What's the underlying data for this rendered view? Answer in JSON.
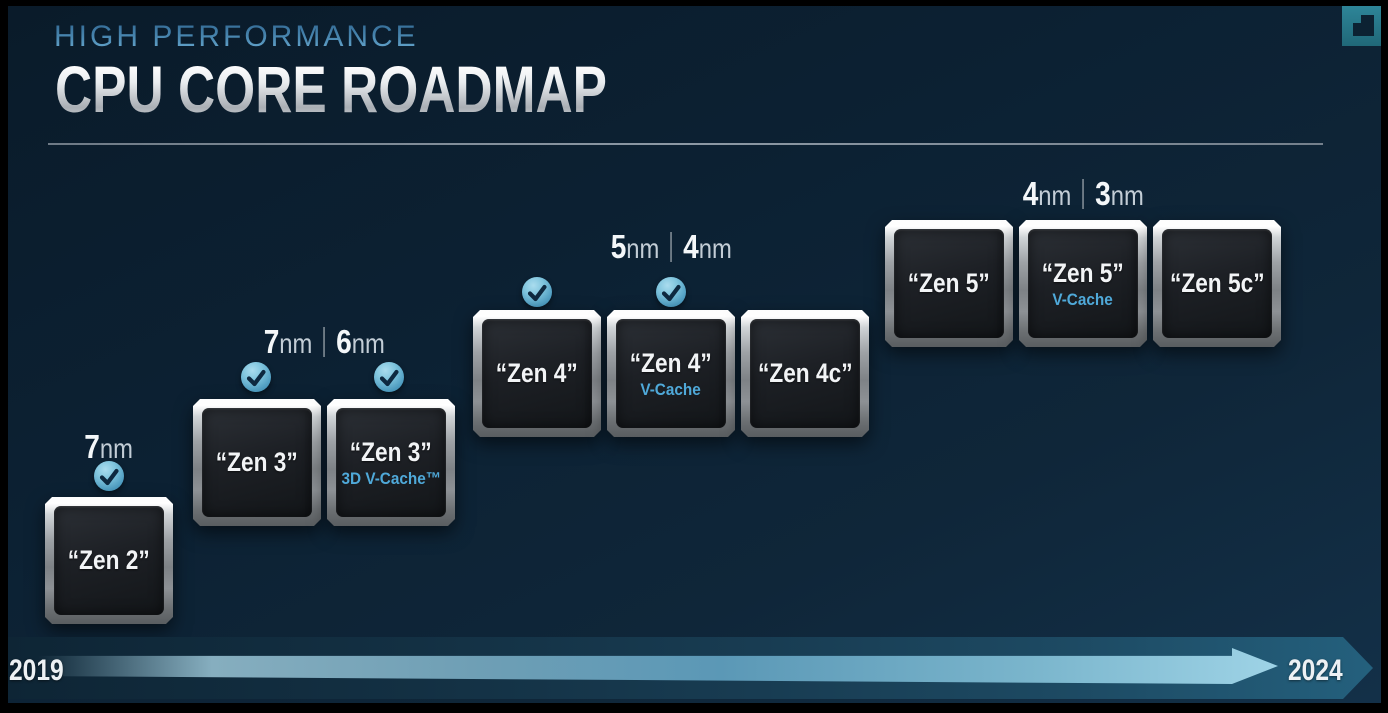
{
  "header": {
    "kicker": "HIGH PERFORMANCE",
    "title": "CPU CORE ROADMAP"
  },
  "logo": {
    "mark": "amd-arrow-mark",
    "color": "#2a7f92"
  },
  "groups": [
    {
      "name": "Zen 2",
      "process": {
        "n1": "7",
        "u1": "nm"
      },
      "chips": [
        {
          "name": "“Zen 2”",
          "checked": true
        }
      ]
    },
    {
      "name": "Zen 3",
      "process": {
        "n1": "7",
        "u1": "nm",
        "n2": "6",
        "u2": "nm"
      },
      "chips": [
        {
          "name": "“Zen 3”",
          "checked": true
        },
        {
          "name": "“Zen 3”",
          "sub": "3D V-Cache™",
          "checked": true
        }
      ]
    },
    {
      "name": "Zen 4",
      "process": {
        "n1": "5",
        "u1": "nm",
        "n2": "4",
        "u2": "nm"
      },
      "chips": [
        {
          "name": "“Zen 4”",
          "checked": true
        },
        {
          "name": "“Zen 4”",
          "sub": "V-Cache",
          "checked": true
        },
        {
          "name": "“Zen 4c”",
          "checked": false
        }
      ]
    },
    {
      "name": "Zen 5",
      "process": {
        "n1": "4",
        "u1": "nm",
        "n2": "3",
        "u2": "nm"
      },
      "chips": [
        {
          "name": "“Zen 5”",
          "checked": false
        },
        {
          "name": "“Zen 5”",
          "sub": "V-Cache",
          "checked": false
        },
        {
          "name": "“Zen 5c”",
          "checked": false
        }
      ]
    }
  ],
  "timeline": {
    "start_year": "2019",
    "end_year": "2024"
  },
  "colors": {
    "background_navy": "#0c2133",
    "kicker_blue": "#4b89b2",
    "vcache_blue": "#4fa9d9",
    "check_fill": "#5fa8c8",
    "check_mark": "#0e2940",
    "arrow_light": "#9ed3e6",
    "band_teal": "#1d4a63",
    "chip_frame_silver": "#9da1a5",
    "chip_inner_dark": "#1d2025"
  },
  "icons": {
    "check_icon": "checkmark-in-circle",
    "amd_arrow_icon": "stepped-square-arrow-mark"
  }
}
